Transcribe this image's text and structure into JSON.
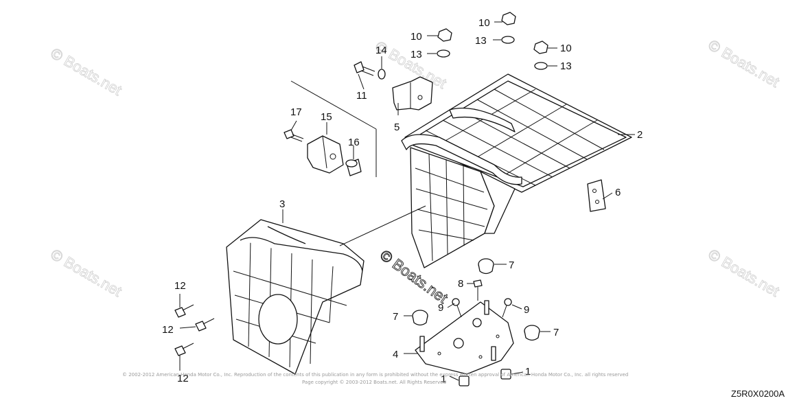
{
  "watermark": {
    "text": "© Boats.net"
  },
  "diagram_code": "Z5R0X0200A",
  "copyright": {
    "line1": "© 2002-2012 American Honda Motor Co., Inc. Reproduction of the contents of this publication in any form is prohibited without the express written approval of American Honda Motor Co., Inc. all rights reserved",
    "line2": "Page copyright © 2003-2012 Boats.net. All Rights Reserved"
  },
  "callouts": {
    "p1a": "1",
    "p1b": "1",
    "p2": "2",
    "p3": "3",
    "p4": "4",
    "p5": "5",
    "p6": "6",
    "p7a": "7",
    "p7b": "7",
    "p7c": "7",
    "p8": "8",
    "p9a": "9",
    "p9b": "9",
    "p10a": "10",
    "p10b": "10",
    "p10c": "10",
    "p11": "11",
    "p12a": "12",
    "p12b": "12",
    "p12c": "12",
    "p13a": "13",
    "p13b": "13",
    "p13c": "13",
    "p14": "14",
    "p15": "15",
    "p16": "16",
    "p17": "17"
  }
}
